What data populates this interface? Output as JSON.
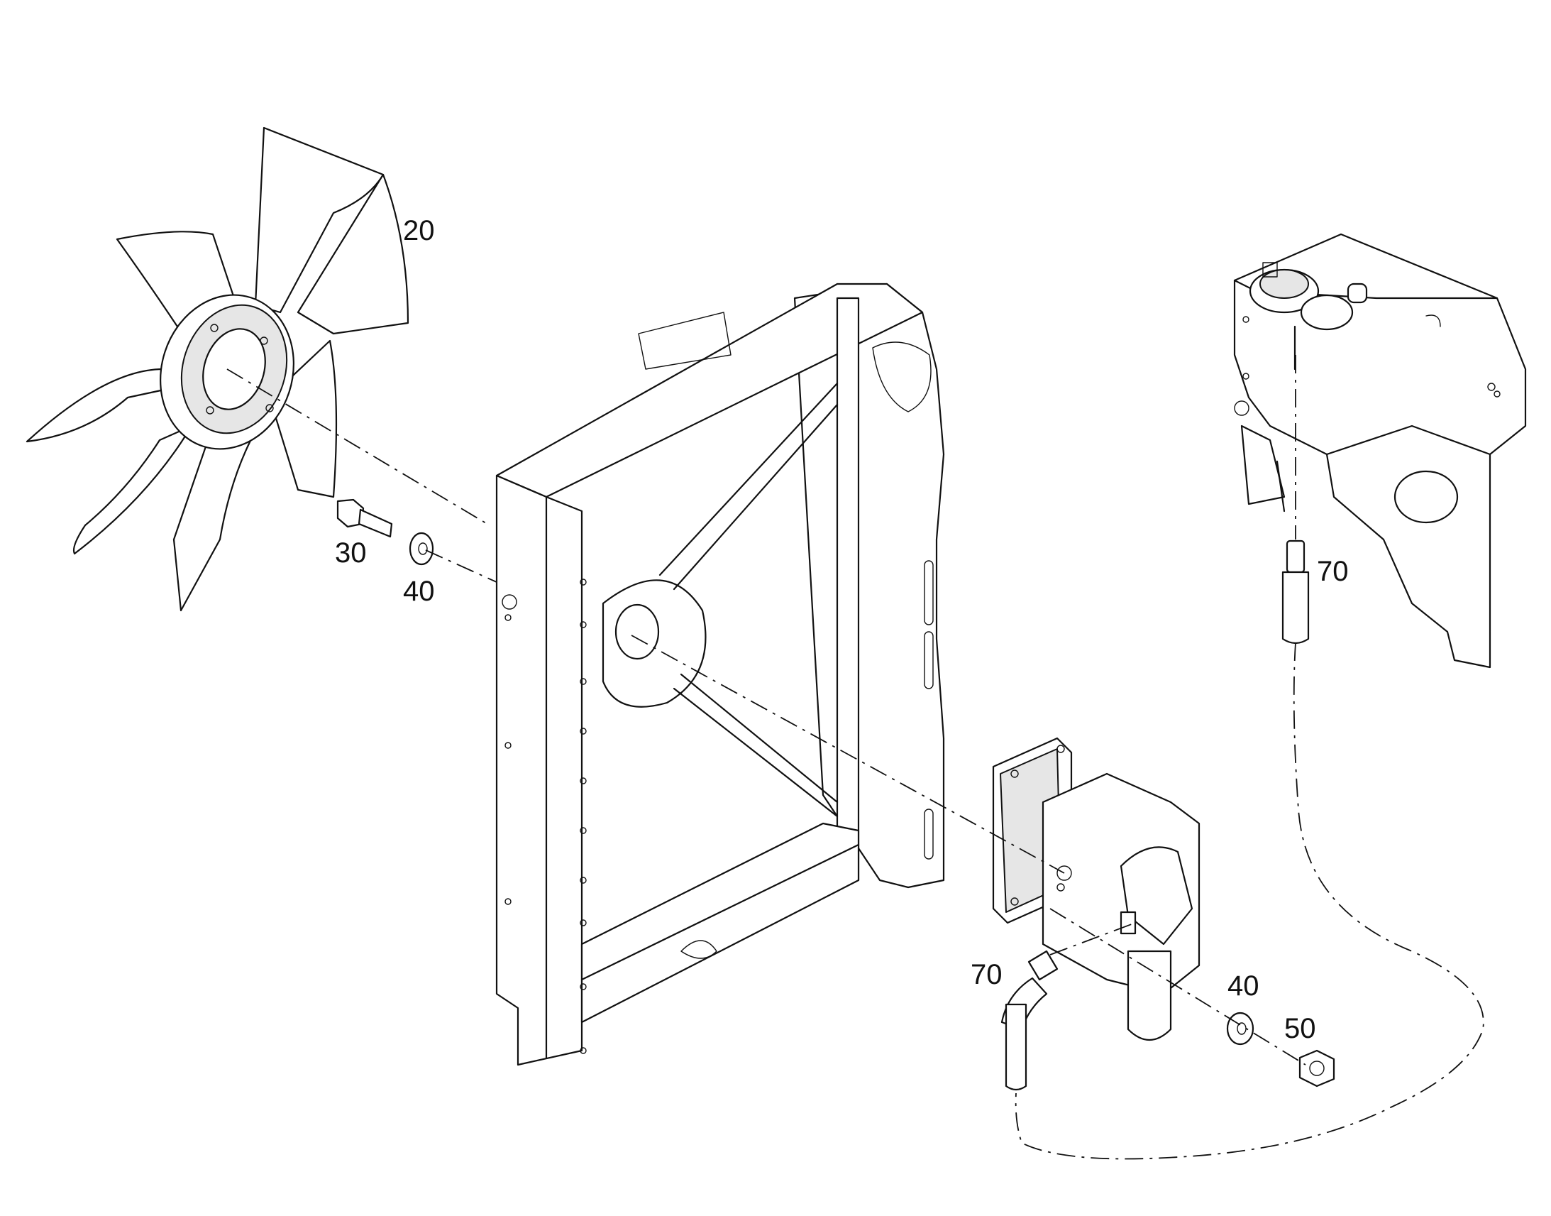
{
  "callouts": {
    "fan": "20",
    "bolt": "30",
    "washer_upper": "40",
    "washer_lower": "40",
    "nut": "50",
    "hose_upper": "70",
    "hose_lower": "70"
  },
  "icons": {
    "fan": "fan-blade-icon",
    "radiator": "radiator-frame-icon",
    "tank": "hydraulic-tank-icon",
    "motor": "hydraulic-motor-icon"
  }
}
